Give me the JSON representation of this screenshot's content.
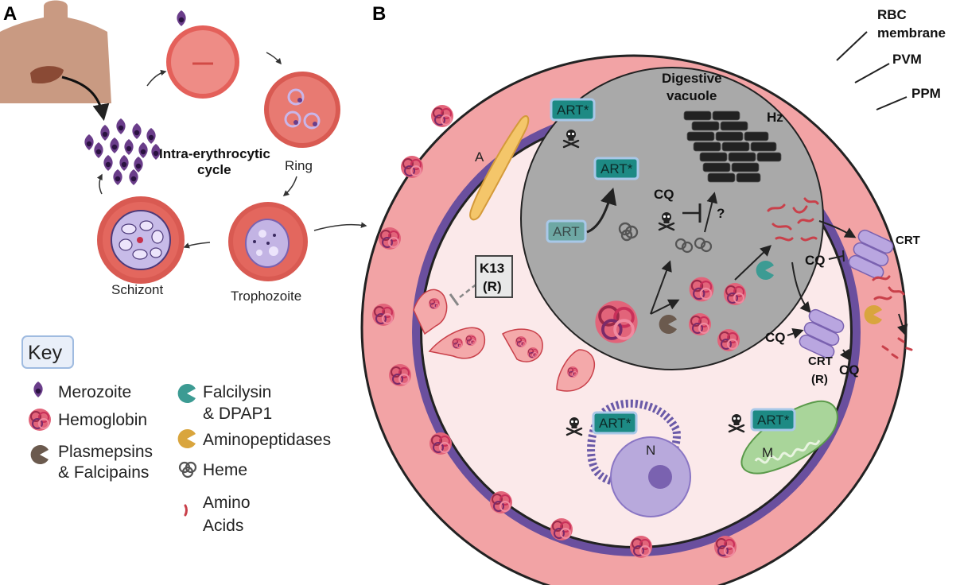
{
  "panels": {
    "a": "A",
    "b": "B"
  },
  "panel_a": {
    "cycle_title_line1": "Intra-erythrocytic",
    "cycle_title_line2": "cycle",
    "ring": "Ring",
    "trophozoite": "Trophozoite",
    "schizont": "Schizont"
  },
  "key": {
    "title": "Key",
    "merozoite": "Merozoite",
    "hemoglobin": "Hemoglobin",
    "plasmepsins_1": "Plasmepsins",
    "plasmepsins_2": "& Falcipains",
    "falcilysin_1": "Falcilysin",
    "falcilysin_2": "& DPAP1",
    "aminopeptidases": "Aminopeptidases",
    "heme": "Heme",
    "amino_1": "Amino",
    "amino_2": "Acids"
  },
  "membranes": {
    "rbc_1": "RBC",
    "rbc_2": "membrane",
    "pvm": "PVM",
    "ppm": "PPM"
  },
  "panel_b": {
    "dv_1": "Digestive",
    "dv_2": "vacuole",
    "hz": "Hz",
    "art_star": "ART*",
    "art": "ART",
    "cq": "CQ",
    "question": "?",
    "a_label": "A",
    "k13_1": "K13",
    "k13_2": "(R)",
    "crt": "CRT",
    "crt_r1": "CRT",
    "crt_r2": "(R)",
    "n_label": "N",
    "m_label": "M"
  },
  "colors": {
    "rbc_pink": "#f2a3a5",
    "pvm_purple": "#6a4f9e",
    "cytoplasm": "#fbe9ea",
    "vacuole_gray": "#a9a9a9",
    "art_teal": "#1d8a84",
    "crt_lilac": "#b9a6e0",
    "mito_green": "#a9d59a",
    "nucleus_lilac": "#b8a9dc",
    "hemozoin": "#222222"
  }
}
